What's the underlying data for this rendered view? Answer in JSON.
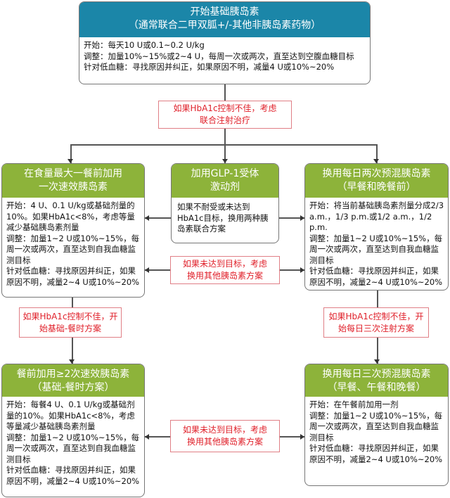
{
  "top": {
    "title": "开始基础胰岛素\n（通常联合二甲双胍+/-其他非胰岛素药物）",
    "body": "开始：每天10 U或0.1~0.2 U/kg\n调整：加量10%~15%或2~4 U，每周一次或两次，直至达到空腹血糖目标\n针对低血糖：寻找原因并纠正，如果原因不明，减量4 U或10%~20%"
  },
  "notes": {
    "n1": "如果HbA1c控制不佳，考虑\n联合注射治疗",
    "n2": "如果未达到目标，考虑\n换用其他胰岛素方案",
    "n3": "如果HbA1c控制不佳，开\n始基础-餐时方案",
    "n4": "如果HbA1c控制不佳，开\n始每日三次注射方案",
    "n5": "如果未达到目标，考虑\n换用其他胰岛素方案"
  },
  "left": {
    "title": "在食量最大一餐前加用\n一次速效胰岛素",
    "body": "开始：4 U、0.1 U/kg或基础剂量的10%。如果HbA1c<8%，考虑等量减少基础胰岛素剂量\n调整：加量1~2 U或10%~15%，每周一次或两次，直至达到自我血糖监测目标\n针对低血糖：寻找原因并纠正，如果原因不明，减量2~4 U或10%~20%"
  },
  "mid": {
    "title": "加用GLP-1受体\n激动剂",
    "body": "如果不耐受或未达到HbA1c目标，换用两种胰岛素联合方案"
  },
  "right": {
    "title": "换用每日两次预混胰岛素\n（早餐和晚餐前）",
    "body": "开始：将当前基础胰岛素剂量分成2/3 a.m.，1/3 p.m.或1/2 a.m.，1/2 p.m.\n调整：加量1~2 U或10%~15%，每周一次或两次，直至达到自我血糖监测目标\n针对低血糖：寻找原因并纠正，如果原因不明，减量2~4 U或10%~20%"
  },
  "bleft": {
    "title": "餐前加用≥2次速效胰岛素\n（基础-餐时方案）",
    "body": "开始：每餐4 U、0.1 U/kg或基础剂量的10%。如果HbA1c<8%，考虑等量减少基础胰岛素剂量\n调整：加量1~2 U或10%~15%，每周一次或两次，直至达到自我血糖监测目标\n针对低血糖：寻找原因并纠正，如果原因不明，减量2~4 U或10%~20%"
  },
  "bright": {
    "title": "换用每日三次预混胰岛素\n（早餐、午餐和晚餐）",
    "body": "开始：在午餐前加用一剂\n调整：加量1~2 U或10%~15%，每周一次或两次，直至达到自我血糖监测目标\n针对低血糖：寻找原因并纠正，如果原因不明，减量2~4 U或10%~20%"
  }
}
